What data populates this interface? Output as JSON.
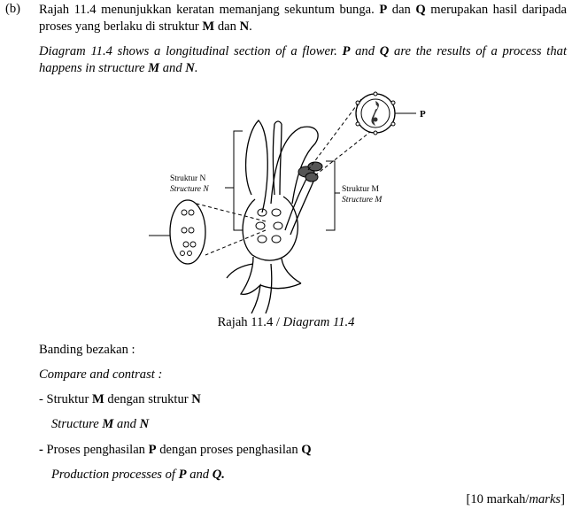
{
  "question": {
    "label": "(b)",
    "ms_parts": [
      "Rajah 11.4 menunjukkan keratan memanjang sekuntum bunga. ",
      "P",
      " dan ",
      "Q",
      " merupakan hasil daripada proses yang berlaku di struktur ",
      "M",
      " dan ",
      "N",
      "."
    ],
    "en_parts": [
      "Diagram 11.4 shows a longitudinal section of a flower. ",
      "P",
      " and ",
      "Q",
      " are the results of a process that happens in structure ",
      "M",
      " and ",
      "N",
      "."
    ]
  },
  "figure": {
    "label_p": "P",
    "struktur_n": "Struktur N",
    "structure_n": "Structure N",
    "struktur_m": "Struktur M",
    "structure_m": "Structure M",
    "caption_ms": "Rajah 11.4 / ",
    "caption_en": "Diagram 11.4"
  },
  "instructions": {
    "compare_ms": "Banding bezakan :",
    "compare_en": "Compare and contrast :",
    "item1_ms_parts": [
      "- Struktur ",
      "M",
      " dengan struktur ",
      "N"
    ],
    "item1_en_parts": [
      "Structure ",
      "M",
      " and ",
      "N"
    ],
    "item2_ms_parts": [
      "- ",
      "Proses penghasilan ",
      "P",
      " dengan proses penghasilan  ",
      "Q"
    ],
    "item2_en_parts": [
      "Production processes of ",
      "P",
      " and ",
      "Q."
    ]
  },
  "marks": {
    "ms": "[10 markah/",
    "en": "marks",
    "close": "]"
  }
}
